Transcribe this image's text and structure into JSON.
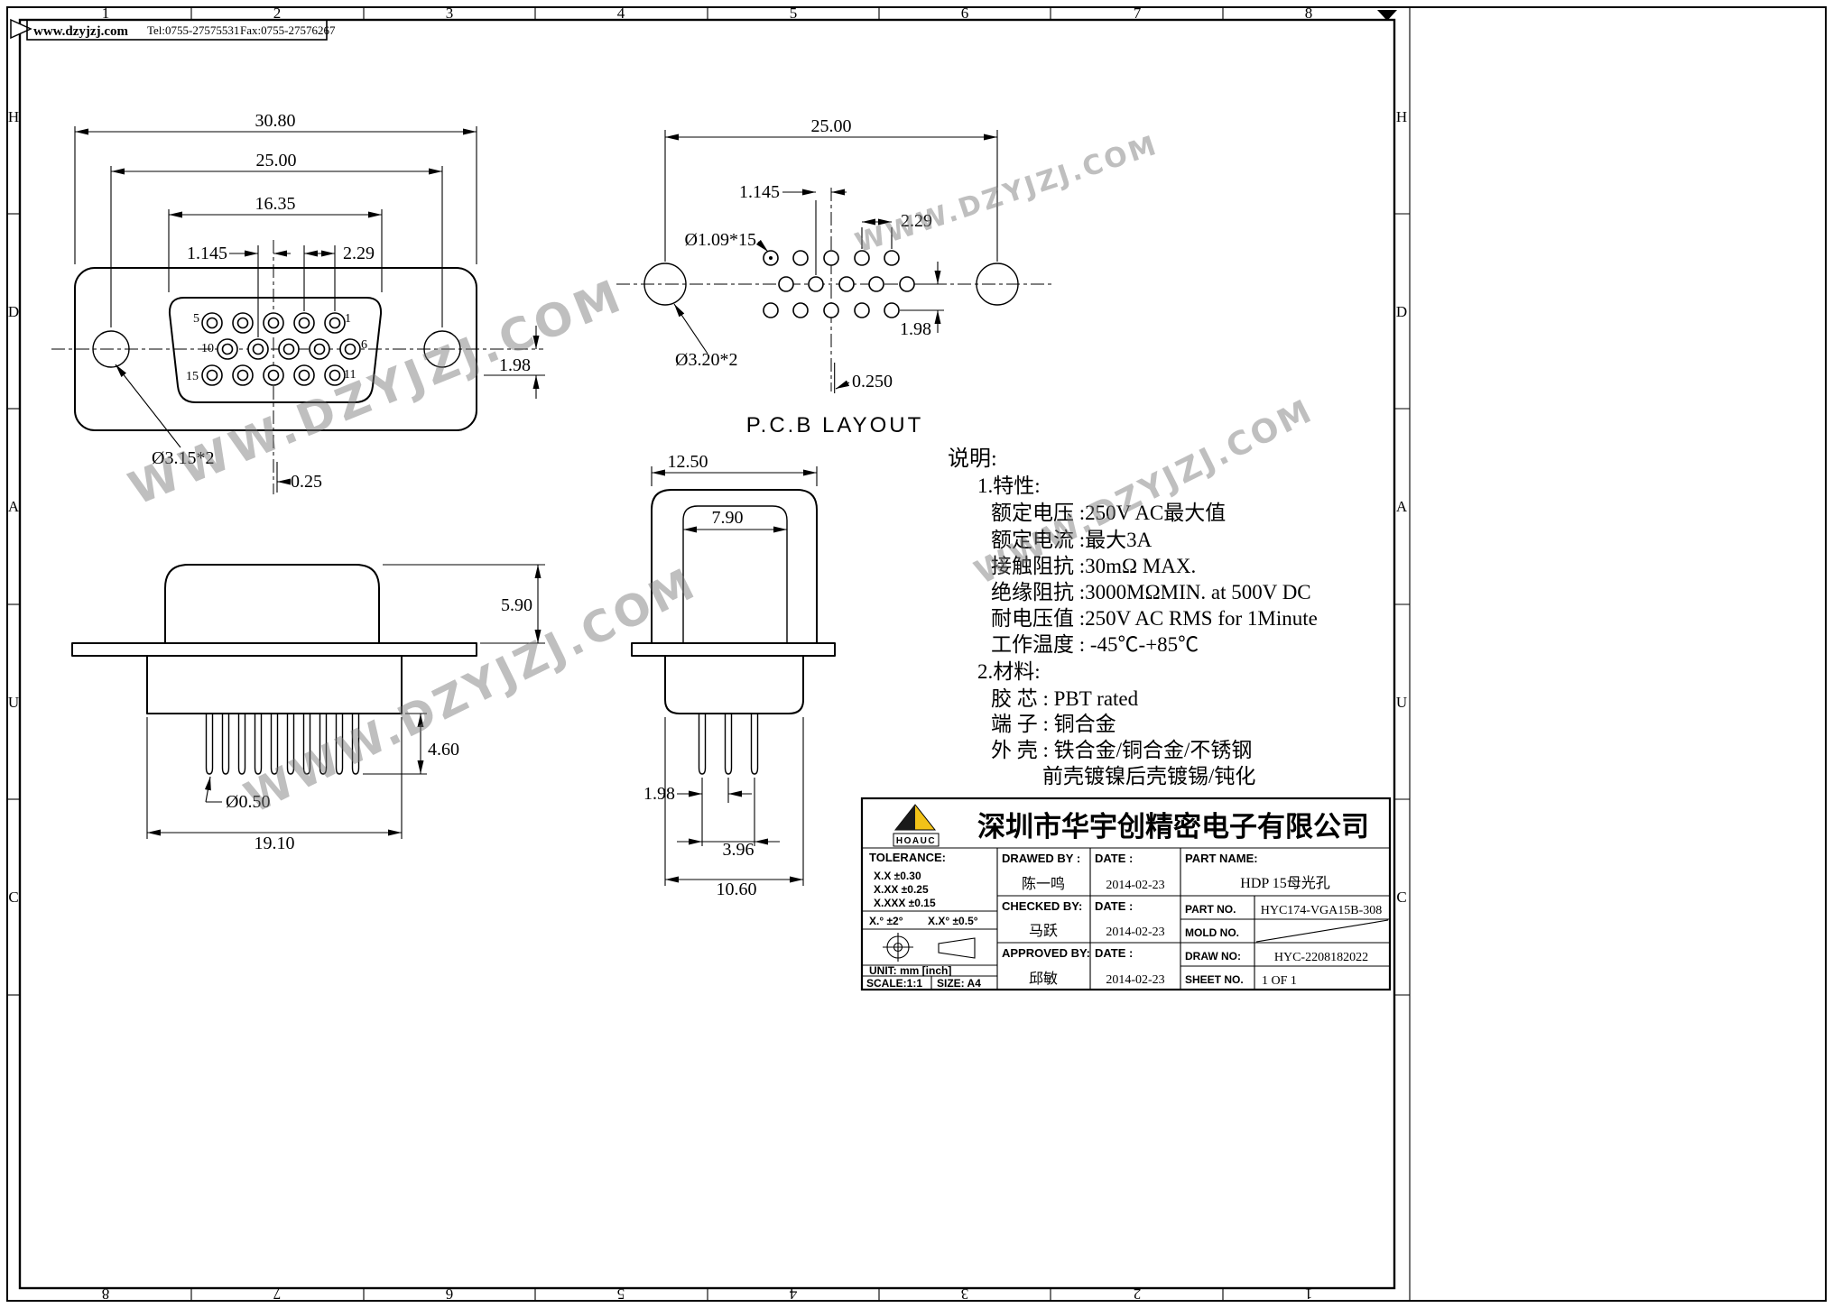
{
  "page": {
    "watermark": "WWW.DZYJZJ.COM"
  },
  "header": {
    "website": "www.dzyjzj.com",
    "tel": "Tel:0755-27575531",
    "fax": "Fax:0755-27576267"
  },
  "frame": {
    "top": [
      "1",
      "2",
      "3",
      "4",
      "5",
      "6",
      "7",
      "8"
    ],
    "bottom": [
      "8",
      "7",
      "6",
      "5",
      "4",
      "3",
      "2",
      "1"
    ],
    "left": [
      "H",
      "D",
      "A",
      "U",
      "C"
    ],
    "right": [
      "H",
      "D",
      "A",
      "U",
      "C"
    ]
  },
  "front_view": {
    "overall_width": "30.80",
    "hole_spacing": "25.00",
    "insert_width": "16.35",
    "row_offset": "1.145",
    "pin_pitch": "2.29",
    "row_spacing": "1.98",
    "mount_hole": "Ø3.15*2",
    "center_offset": "0.25",
    "pins": {
      "p1": "1",
      "p5": "5",
      "p6": "6",
      "p10": "10",
      "p11": "11",
      "p15": "15"
    }
  },
  "pcb_view": {
    "title": "P.C.B LAYOUT",
    "hole_spacing": "25.00",
    "row_offset": "1.145",
    "pin_pitch": "2.29",
    "pin_hole": "Ø1.09*15",
    "mount_hole": "Ø3.20*2",
    "row_spacing": "1.98",
    "center_offset": "0.250"
  },
  "side_view": {
    "shell_height": "5.90",
    "pin_length": "4.60",
    "pin_dia": "Ø0.50",
    "body_width": "19.10"
  },
  "end_view": {
    "shell_width": "12.50",
    "opening_width": "7.90",
    "pin_pitch": "1.98",
    "pin_span": "3.96",
    "body_width": "10.60"
  },
  "notes": {
    "title": "说明:",
    "s1_title": "1.特性:",
    "lines1": [
      "额定电压 :250V AC最大值",
      "额定电流 :最大3A",
      "接触阻抗 :30mΩ MAX.",
      "绝缘阻抗 :3000MΩMIN. at 500V DC",
      "耐电压值 :250V AC RMS for 1Minute",
      "工作温度 : -45℃-+85℃"
    ],
    "s2_title": "2.材料:",
    "lines2": [
      "胶 芯 : PBT rated",
      "端 子 : 铜合金",
      "外 壳 : 铁合金/铜合金/不锈钢",
      "前壳镀镍后壳镀锡/钝化"
    ]
  },
  "title_block": {
    "company": "深圳市华宇创精密电子有限公司",
    "logo_text": "HOAUC",
    "tolerance": {
      "title": "TOLERANCE:",
      "rows": [
        "X.X     ±0.30",
        "X.XX    ±0.25",
        "X.XXX  ±0.15"
      ],
      "angle1": "X.°  ±2°",
      "angle2": "X.X°  ±0.5°",
      "unit": "UNIT:  mm  [inch]",
      "scale": "SCALE:1:1",
      "size": "SIZE:  A4"
    },
    "signers": {
      "drawed_label": "DRAWED  BY :",
      "drawed": "陈一鸣",
      "checked_label": "CHECKED  BY:",
      "checked": "马跃",
      "approved_label": "APPROVED  BY:",
      "approved": "邱敏",
      "date_label": "DATE :",
      "dates": [
        "2014-02-23",
        "2014-02-23",
        "2014-02-23"
      ]
    },
    "part": {
      "name_label": "PART  NAME:",
      "name": "HDP 15母光孔",
      "no_label": "PART  NO.",
      "no": "HYC174-VGA15B-308",
      "mold_label": "MOLD  NO.",
      "draw_label": "DRAW  NO:",
      "draw_no": "HYC-2208182022",
      "sheet_label": "SHEET NO.",
      "sheet": "1 OF 1"
    }
  }
}
